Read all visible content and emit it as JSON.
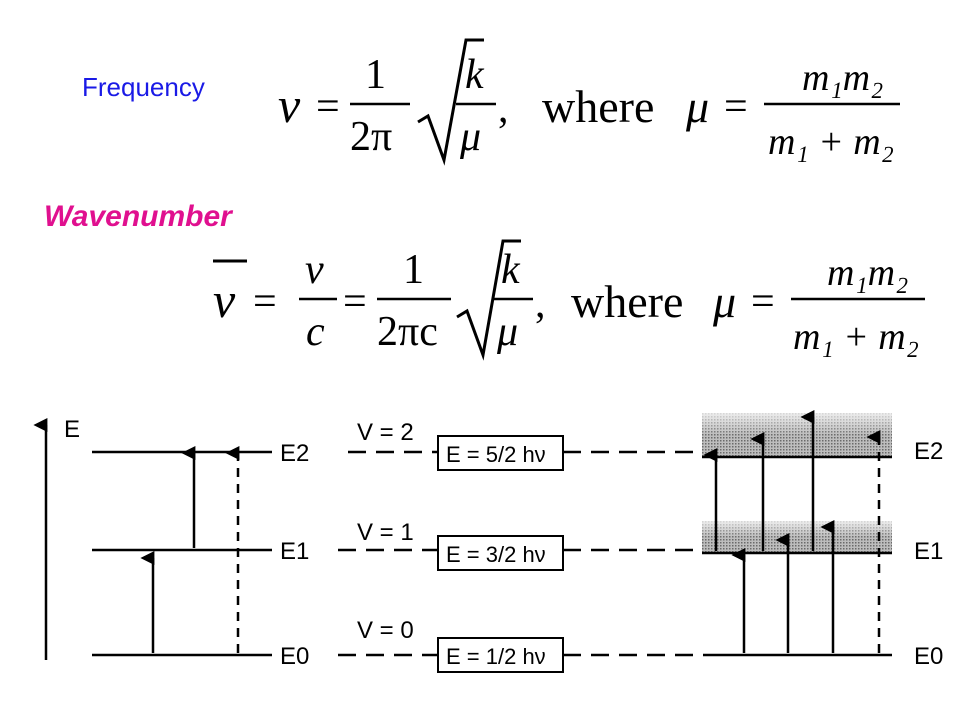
{
  "colors": {
    "frequency_label": "#1a1ae6",
    "wavenumber_label": "#e0108f",
    "ink": "#000000",
    "band": "#9a9a9a"
  },
  "frequency": {
    "label": "Frequency",
    "lhs": "ν",
    "eq": "=",
    "coef_num": "1",
    "coef_den": "2π",
    "rad_num": "k",
    "rad_den": "μ",
    "comma": ",",
    "where": "where",
    "mu": "μ",
    "mu_num": "m₁m₂",
    "mu_den": "m₁ + m₂"
  },
  "wavenumber": {
    "label": "Wavenumber",
    "lhs": "ν",
    "eq": "=",
    "frac_num": "ν",
    "frac_den": "c",
    "coef_num": "1",
    "coef_den": "2πc",
    "rad_num": "k",
    "rad_den": "μ",
    "comma": ",",
    "where": "where",
    "mu": "μ",
    "mu_num": "m₁m₂",
    "mu_den": "m₁ + m₂"
  },
  "diagram": {
    "axis_label": "E",
    "left_levels": [
      "E2",
      "E1",
      "E0"
    ],
    "right_levels": [
      "E2",
      "E1",
      "E0"
    ],
    "quantum_labels": [
      "V = 2",
      "V = 1",
      "V = 0"
    ],
    "energy_boxes": [
      "E = 5/2 hν",
      "E = 3/2 hν",
      "E = 1/2 hν"
    ]
  }
}
